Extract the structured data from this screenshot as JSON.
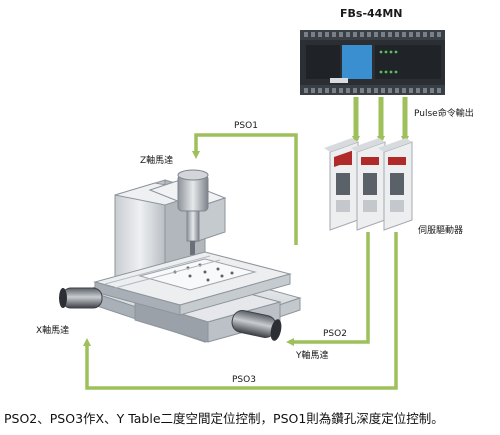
{
  "plc": {
    "model": "FBs-44MN"
  },
  "labels": {
    "pulse_output": "Pulse命令輸出",
    "servo_drive": "伺服驅動器",
    "z_motor": "Z軸馬達",
    "x_motor": "X軸馬達",
    "y_motor": "Y軸馬達",
    "pso1": "PSO1",
    "pso2": "PSO2",
    "pso3": "PSO3"
  },
  "caption": "PSO2、PSO3作X、Y Table二度空間定位控制，PSO1則為鑽孔深度定位控制。",
  "colors": {
    "arrow_green": "#9dc05a",
    "plc_body": "#2b2f34",
    "plc_panel": "#3a8fd0",
    "machine_body": "#dfe2e6",
    "machine_shadow": "#9aa1a9"
  }
}
